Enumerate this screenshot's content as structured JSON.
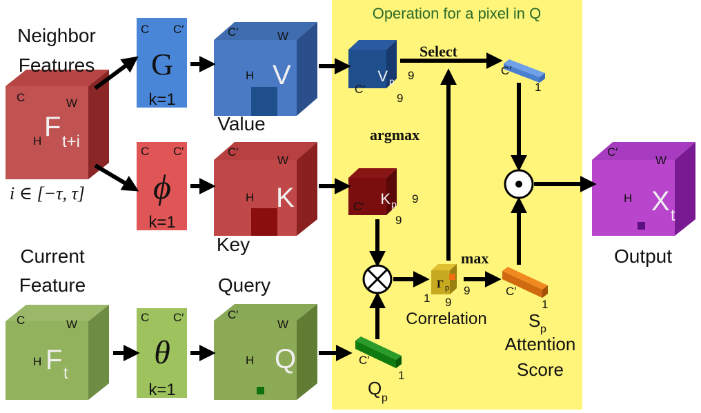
{
  "panel_title": "Operation for a pixel in Q",
  "labels": {
    "neighbor_features_1": "Neighbor",
    "neighbor_features_2": "Features",
    "current_feature_1": "Current",
    "current_feature_2": "Feature",
    "index_range": "i ∈ [−τ, τ]",
    "value": "Value",
    "key": "Key",
    "query": "Query",
    "output": "Output",
    "correlation": "Correlation",
    "attention_1": "Attention",
    "attention_2": "Score",
    "select": "Select",
    "argmax": "argmax",
    "max": "max"
  },
  "cubes": {
    "ft_i": {
      "main": "F",
      "sub": "t+i"
    },
    "v": {
      "main": "V"
    },
    "k": {
      "main": "K"
    },
    "ft": {
      "main": "F",
      "sub": "t"
    },
    "q": {
      "main": "Q"
    },
    "xt": {
      "main": "X",
      "sub": "t"
    }
  },
  "convs": {
    "g": {
      "symbol": "G",
      "k": "k=1"
    },
    "phi": {
      "symbol": "ϕ",
      "k": "k=1"
    },
    "theta": {
      "symbol": "θ",
      "k": "k=1"
    }
  },
  "dims": {
    "C": "C",
    "Cp": "C′",
    "W": "W",
    "H": "H",
    "n9": "9",
    "n1": "1"
  },
  "patches": {
    "vp": {
      "main": "V",
      "sub": "p"
    },
    "kp": {
      "main": "K",
      "sub": "p"
    },
    "qp": {
      "main": "Q",
      "sub": "p"
    },
    "rp": {
      "main": "Γ",
      "sub": "p"
    },
    "sp": {
      "main": "S",
      "sub": "p"
    }
  },
  "colors": {
    "red": "#c04848",
    "blue": "#4a78c4",
    "green": "#8fae5a",
    "purple": "#a83cc0",
    "yellow": "#fff57a"
  }
}
